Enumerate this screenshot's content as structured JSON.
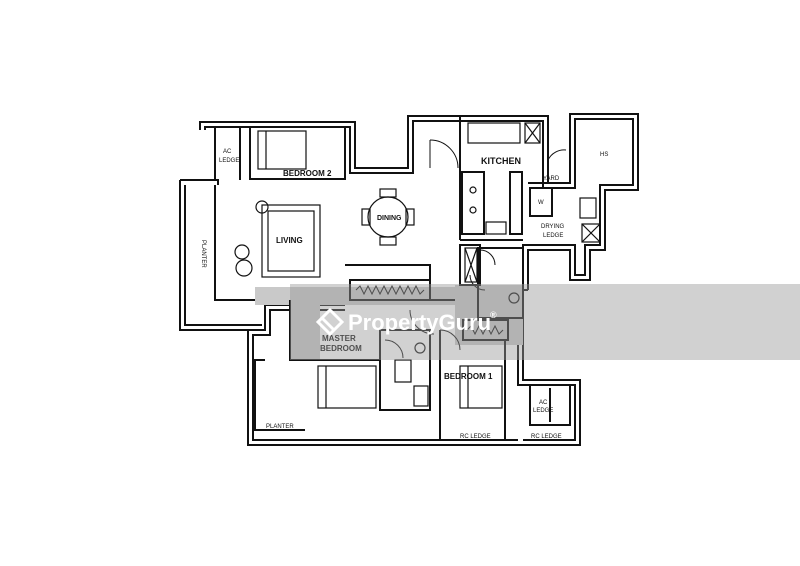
{
  "plan": {
    "rooms": {
      "bedroom2": "BEDROOM 2",
      "kitchen": "KITCHEN",
      "living": "LIVING",
      "dining": "DINING",
      "master_line1": "MASTER",
      "master_line2": "BEDROOM",
      "bedroom1": "BEDROOM 1"
    },
    "labels": {
      "ac_ledge_left_1": "AC",
      "ac_ledge_left_2": "LEDGE",
      "planter_left": "PLANTER",
      "planter_bottom": "PLANTER",
      "yard": "YARD",
      "hs": "HS",
      "washer": "W",
      "drying_1": "DRYING",
      "drying_2": "LEDGE",
      "ac_ledge_right_1": "AC",
      "ac_ledge_right_2": "LEDGE",
      "rc_ledge_1": "RC LEDGE",
      "rc_ledge_2": "RC LEDGE"
    }
  },
  "watermark": {
    "brand": "PropertyGuru",
    "trademark": "®"
  }
}
